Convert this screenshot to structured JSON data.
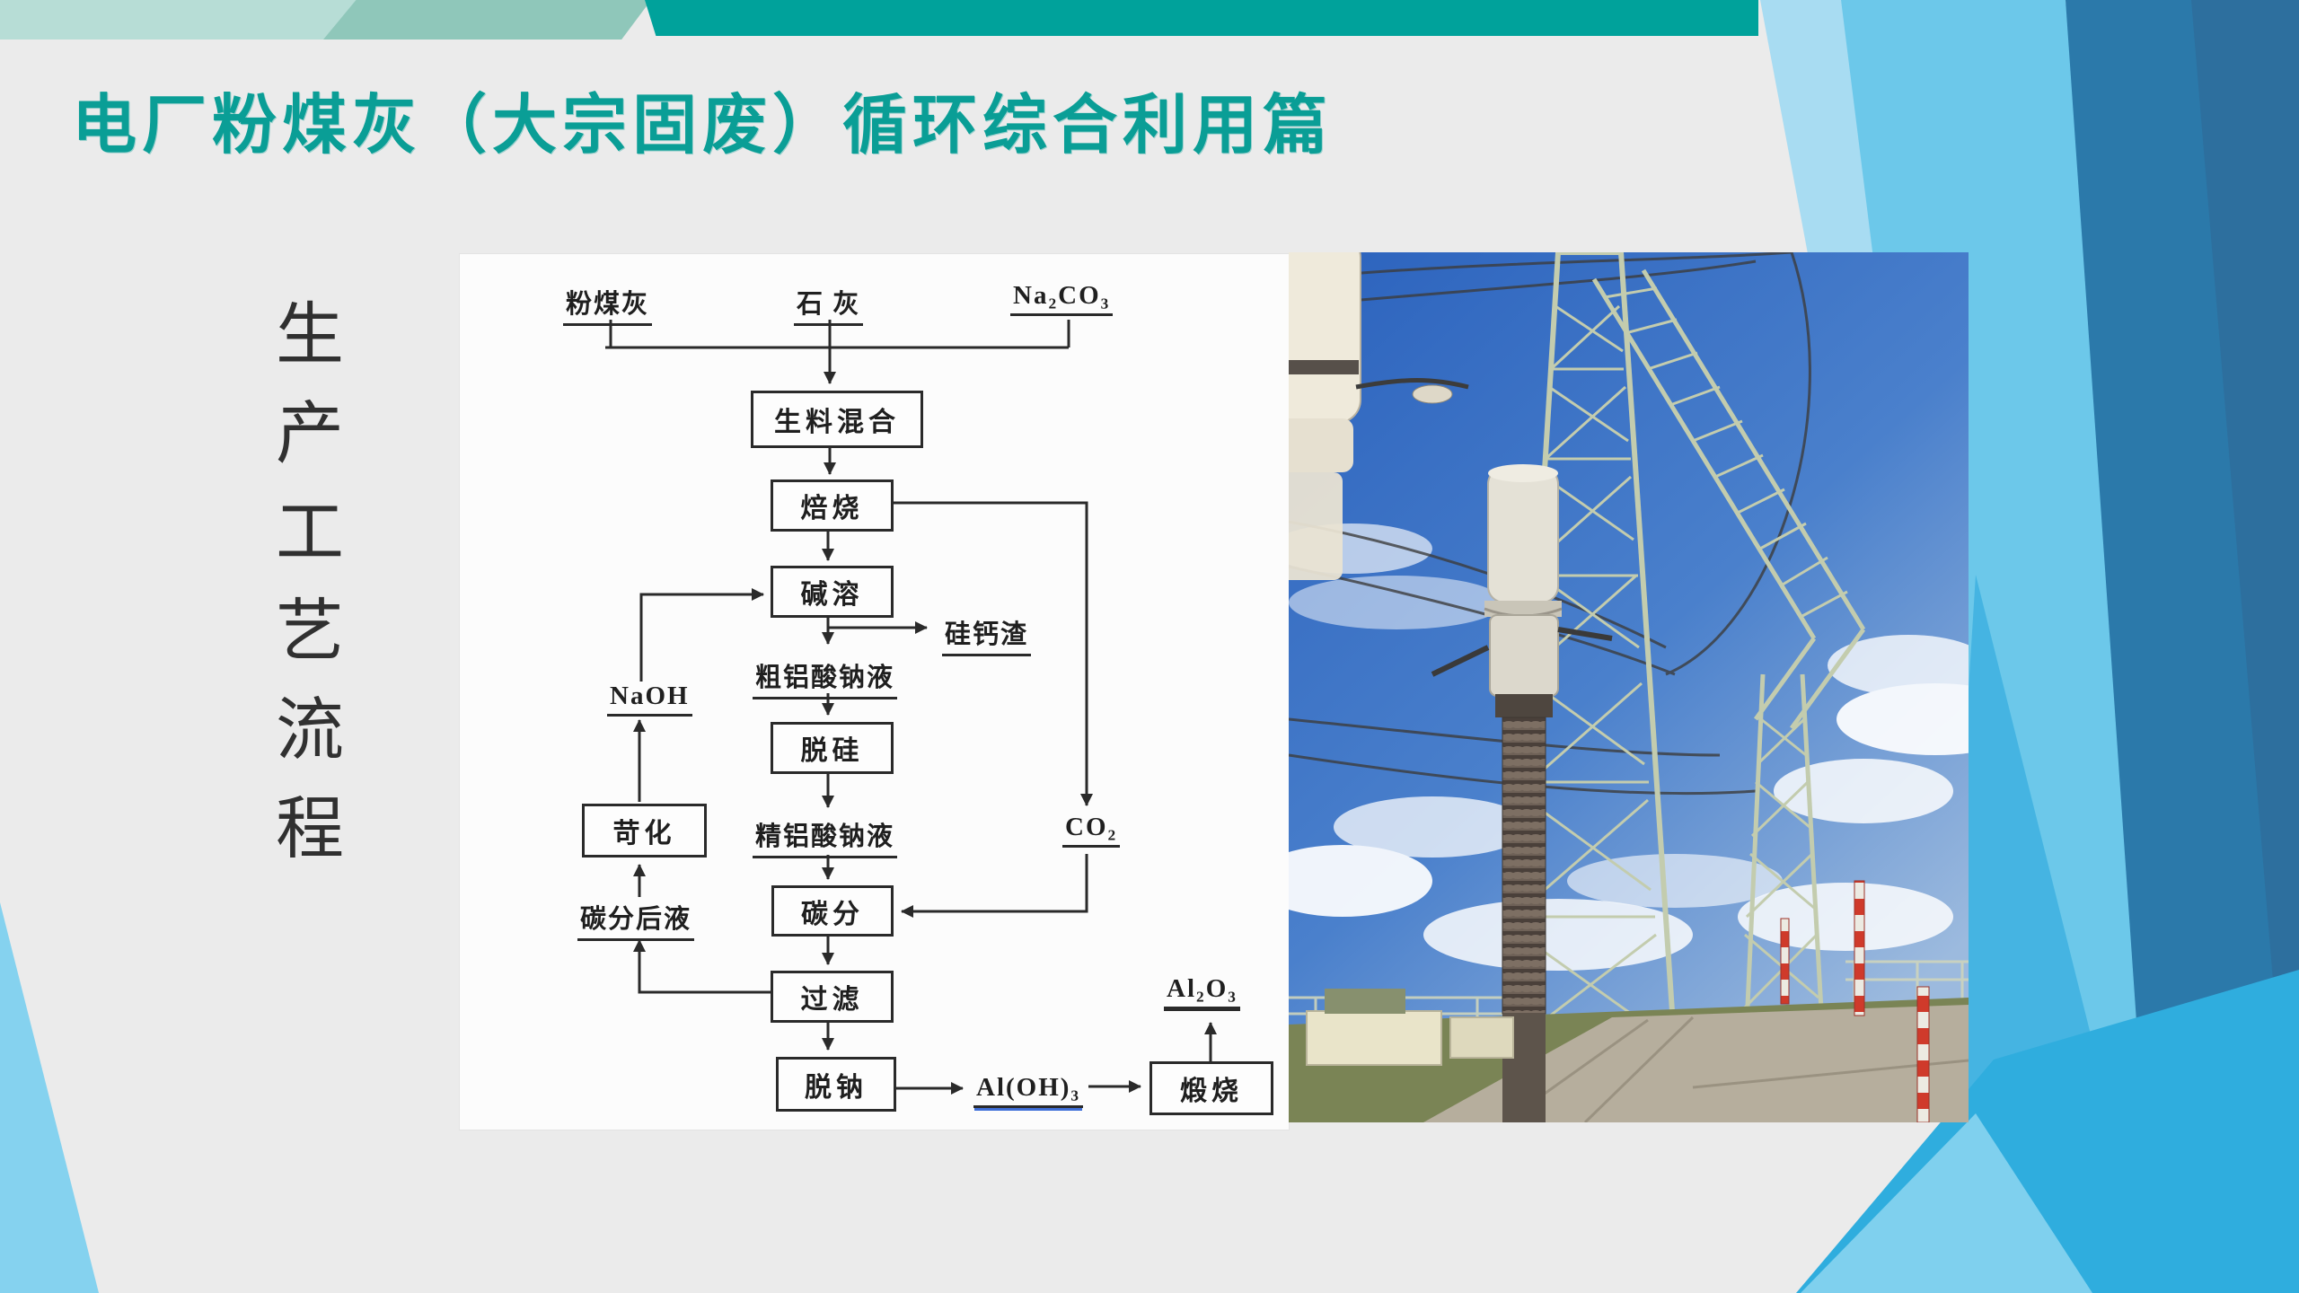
{
  "slide": {
    "title": "电厂粉煤灰（大宗固废）循环综合利用篇",
    "side_label": "生产工艺流程"
  },
  "flowchart": {
    "sources": {
      "fly_ash": "粉煤灰",
      "lime": "石 灰",
      "soda": "Na₂CO₃"
    },
    "boxes": {
      "mix": "生料混合",
      "roast": "焙烧",
      "alkali_dissolve": "碱溶",
      "desilication": "脱硅",
      "causticize": "苛化",
      "carbonation": "碳分",
      "filter": "过滤",
      "desodium": "脱钠",
      "calcine": "煅烧"
    },
    "streams": {
      "silica_calcium_slag": "硅钙渣",
      "crude_aluminate": "粗铝酸钠液",
      "naoh": "NaOH",
      "refined_aluminate": "精铝酸钠液",
      "co2": "CO₂",
      "post_carbonation_liquor": "碳分后液",
      "aloh3": "Al(OH)₃",
      "al2o3": "Al₂O₃"
    }
  },
  "colors": {
    "title_teal": "#0a9e96",
    "teal_strip": "#00a29b",
    "seafoam_light": "#b7ddd6",
    "seafoam_mid": "#8fc7ba",
    "accent_blue_light": "#6cc8ea",
    "accent_blue_dark": "#2b79aa",
    "background": "#ebebeb",
    "flowchart_ink": "#2a2a2a"
  }
}
